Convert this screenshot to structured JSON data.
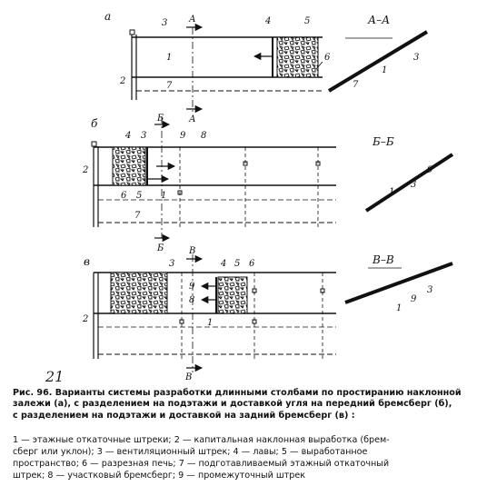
{
  "diagram": {
    "sections": {
      "a": "а",
      "b": "б",
      "v": "в",
      "aa": "А–А",
      "bb": "Б–Б",
      "vv": "В–В"
    },
    "cut_letters": {
      "a": "А",
      "b": "Б",
      "v": "В"
    },
    "numbers": {
      "n1": "1",
      "n2": "2",
      "n3": "3",
      "n4": "4",
      "n5": "5",
      "n6": "6",
      "n7": "7",
      "n8": "8",
      "n9": "9"
    },
    "handwritten_note": "21"
  },
  "caption": {
    "line1": "Рис. 96. Варианты системы разработки длинными столбами по простиранию наклонной",
    "line2": "залежи (а), с разделением на подэтажи и доставкой угля на передний бремсберг (б),",
    "line3": "с разделением на подэтажи и доставкой на задний бремсберг (в) :"
  },
  "legend": {
    "line1": "1 — этажные откаточные штреки; 2 — капитальная наклонная выработка (брем-",
    "line2": "сберг или уклон); 3 — вентиляционный штрек; 4 — лавы; 5 — выработанное",
    "line3": "пространство; 6 — разрезная печь; 7 — подготавливаемый этажный откаточный",
    "line4": "штрек; 8 — участковый бремсберг; 9 — промежуточный штрек"
  },
  "colors": {
    "ink": "#111111",
    "paper": "#ffffff"
  }
}
